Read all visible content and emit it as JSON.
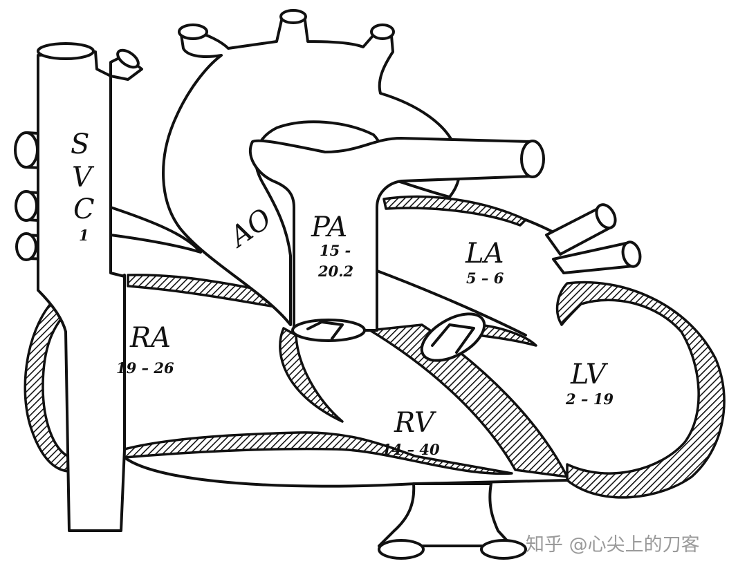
{
  "labels": {
    "svc": {
      "s": "S",
      "v": "V",
      "c": "C",
      "value": "1"
    },
    "ao": "AO",
    "pa": {
      "name": "PA",
      "value_1": "15 -",
      "value_2": "20.2"
    },
    "la": {
      "name": "LA",
      "value": "5 – 6"
    },
    "ra": {
      "name": "RA",
      "value": "19 – 26"
    },
    "rv": {
      "name": "RV",
      "value": "14 – 40"
    },
    "lv": {
      "name": "LV",
      "value": "2 – 19"
    }
  },
  "watermark": "知乎 @心尖上的刀客"
}
